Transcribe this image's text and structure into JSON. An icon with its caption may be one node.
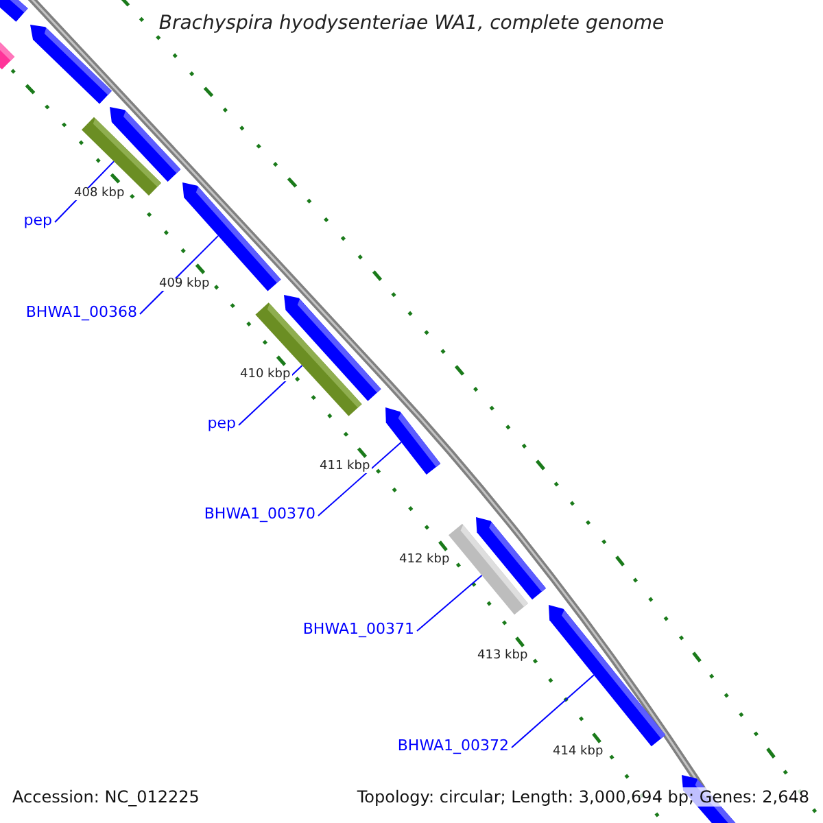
{
  "diagram": {
    "title": "Brachyspira hyodysenteriae WA1, complete genome",
    "nodes": [
      {
        "text": [],
        "shape": "bar"
      },
      {
        "text": [],
        "shape": "bar"
      },
      {
        "text": [],
        "shape": "bar"
      },
      {
        "text": [],
        "shape": "bar"
      },
      {
        "text": [],
        "shape": "bar"
      },
      {
        "text": [],
        "shape": "bar"
      },
      {
        "text": [
          "pep"
        ]
      },
      {
        "text": [
          "BHWA1_00368"
        ]
      },
      {
        "text": [
          "pep"
        ]
      },
      {
        "text": [
          "BHWA1_00370"
        ]
      },
      {
        "text": [
          "BHWA1_00371"
        ]
      },
      {
        "text": [
          "BHWA1_00372"
        ]
      }
    ],
    "edges": [
      {
        "from": 6,
        "to": 0,
        "arrow": "none"
      },
      {
        "from": 7,
        "to": 1,
        "arrow": "none"
      },
      {
        "from": 8,
        "to": 2,
        "arrow": "none"
      },
      {
        "from": 9,
        "to": 3,
        "arrow": "none"
      },
      {
        "from": 10,
        "to": 4,
        "arrow": "none"
      },
      {
        "from": 11,
        "to": 5,
        "arrow": "none"
      }
    ],
    "labels": [
      "408 kbp",
      "409 kbp",
      "410 kbp",
      "411 kbp",
      "412 kbp",
      "413 kbp",
      "414 kbp",
      "Accession: NC_012225",
      "Topology: circular; Length: 3,000,694 bp; Genes: 2,648"
    ]
  }
}
